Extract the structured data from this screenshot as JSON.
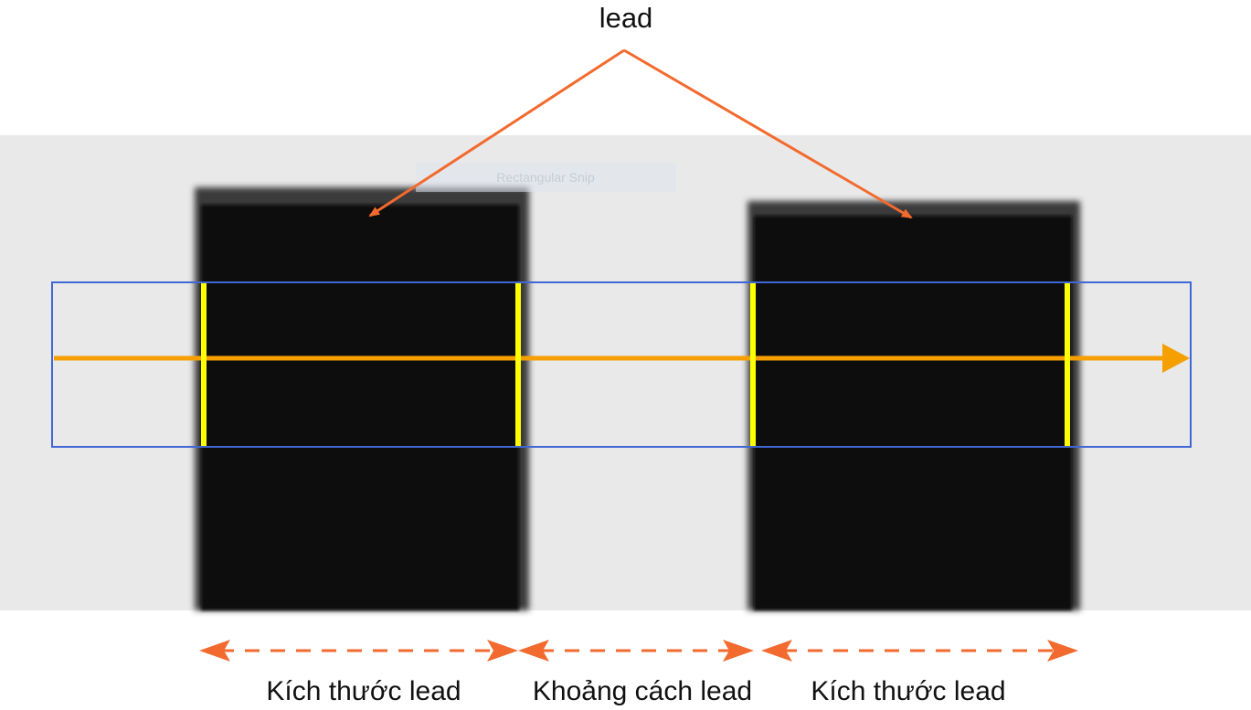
{
  "title": "lead",
  "faint_overlay_text": "Rectangular Snip",
  "measurements": [
    {
      "label": "Kích thước lead"
    },
    {
      "label": "Khoảng cách lead"
    },
    {
      "label": "Kích thước lead"
    }
  ],
  "colors": {
    "pointer_arrow": "#f26a2e",
    "scan_rect": "#3f67d6",
    "scan_arrow": "#f5a000",
    "edge_marker": "#ffff00",
    "lead_body": "#0c0c0c",
    "background_photo": "#e9e9e9",
    "dimension_arrow": "#f26a2e"
  }
}
